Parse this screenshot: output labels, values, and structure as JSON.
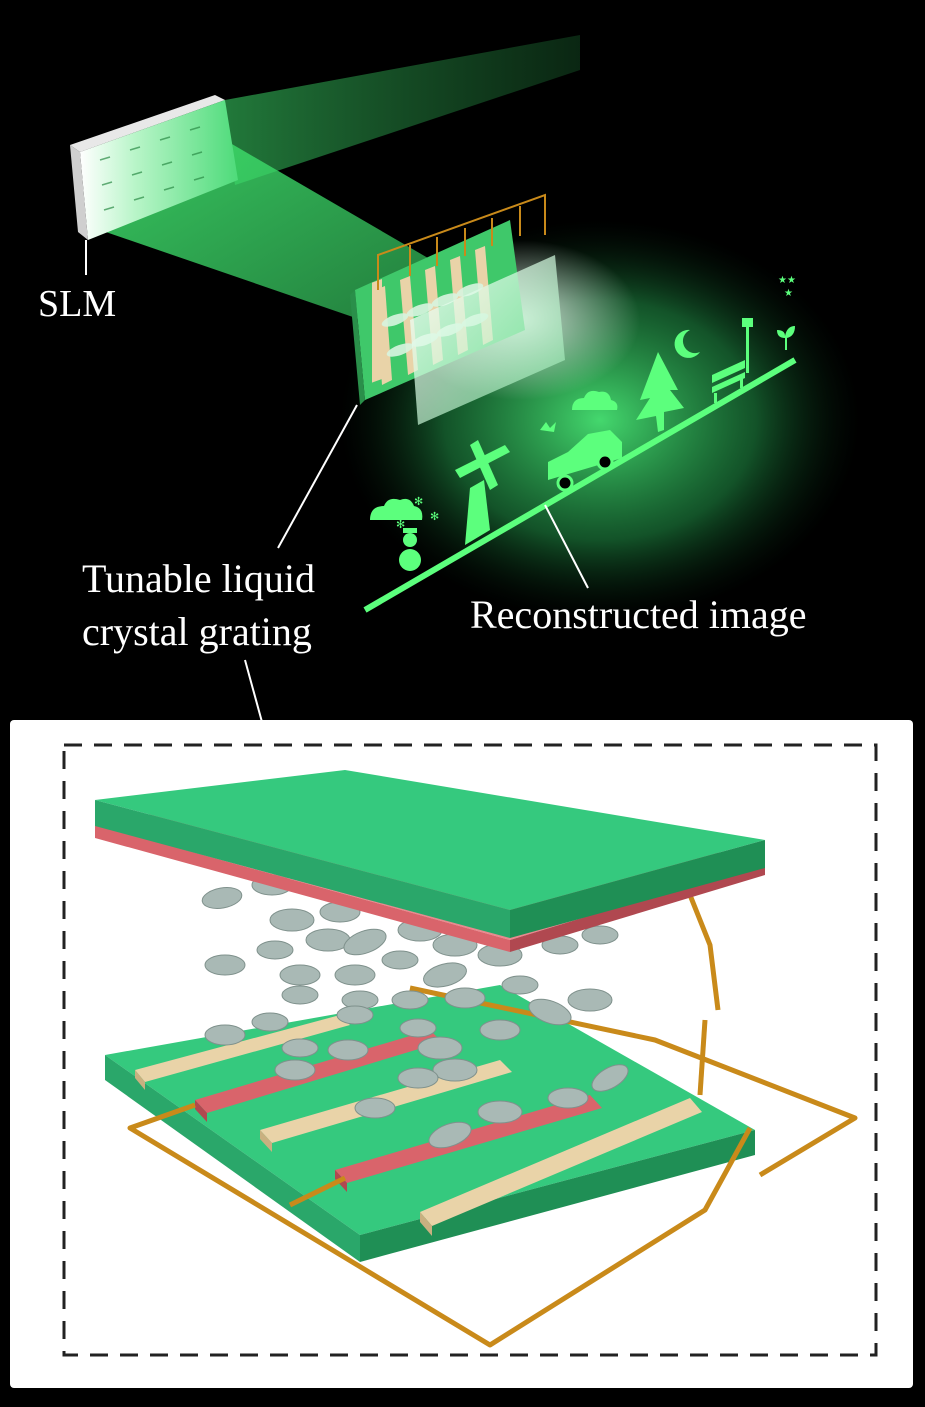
{
  "labels": {
    "slm": "SLM",
    "grating_line1": "Tunable liquid",
    "grating_line2": "crystal grating",
    "reconstructed": "Reconstructed image"
  },
  "colors": {
    "background": "#000000",
    "beam_green": "#3ddc6a",
    "glow_green": "#35e86a",
    "substrate_green": "#35c97e",
    "substrate_side": "#1f8f55",
    "electrode_pink": "#d9646b",
    "electrode_beige": "#e9d3a8",
    "wire_gold": "#c98a1a",
    "lc_molecule": "#a9b9b5",
    "panel_bg": "#ffffff"
  }
}
